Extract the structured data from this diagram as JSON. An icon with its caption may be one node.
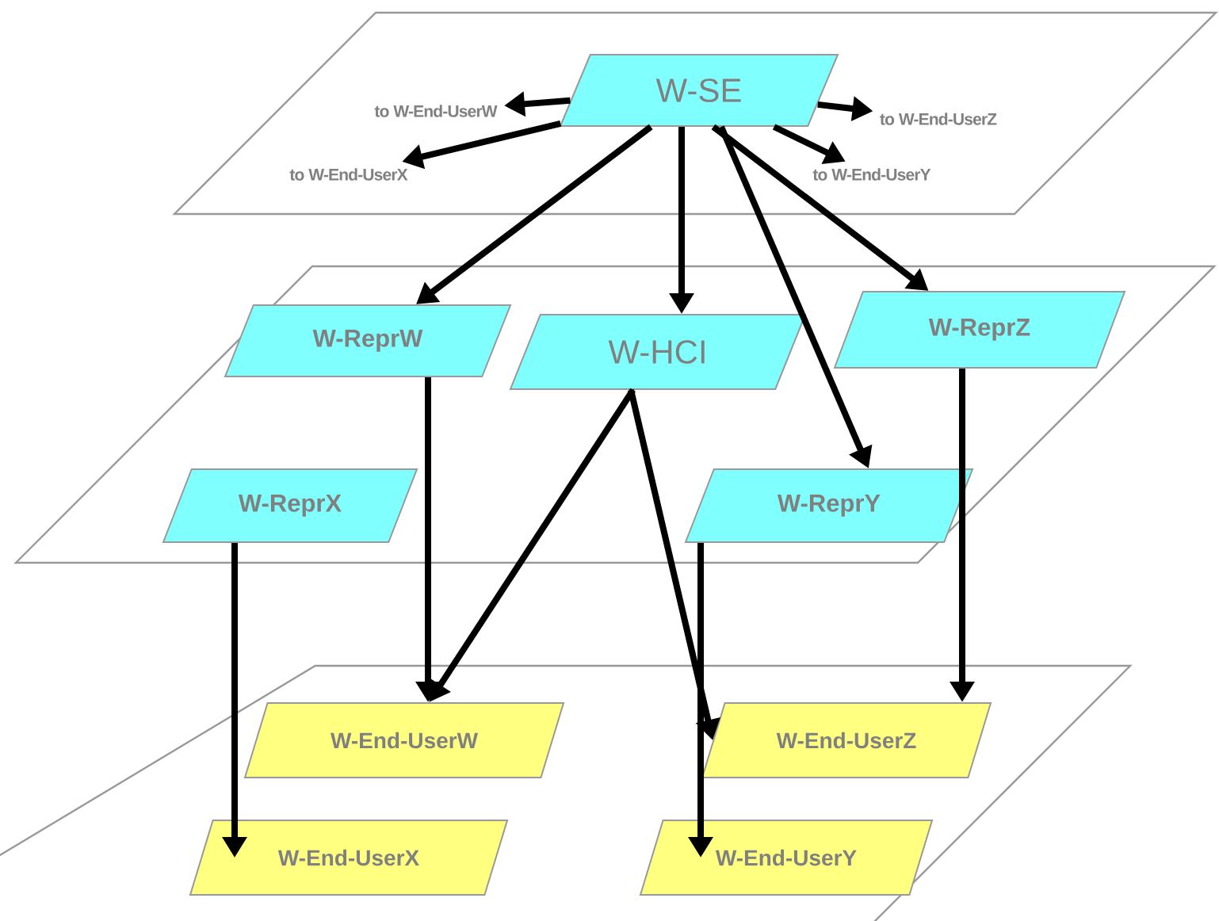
{
  "diagram": {
    "nodes": [
      {
        "text": [],
        "shape": "parallelogram"
      },
      {
        "text": [
          "W-SE"
        ],
        "in": 0
      },
      {
        "text": [
          "to W-End-UserW"
        ],
        "in": 0
      },
      {
        "text": [
          "to W-End-UserZ"
        ],
        "in": 0
      },
      {
        "text": [
          "to W-End-UserX"
        ],
        "in": 0
      },
      {
        "text": [
          "to W-End-UserY"
        ],
        "in": 0
      },
      {
        "text": [],
        "shape": "parallelogram"
      },
      {
        "text": [
          "W-ReprW"
        ],
        "in": 6
      },
      {
        "text": [
          "W-HCI"
        ],
        "in": 6
      },
      {
        "text": [
          "W-ReprZ"
        ],
        "in": 6
      },
      {
        "text": [
          "W-ReprX"
        ],
        "in": 6
      },
      {
        "text": [
          "W-ReprY"
        ],
        "in": 6
      },
      {
        "text": [],
        "shape": "parallelogram"
      },
      {
        "text": [
          "W-End-UserW"
        ],
        "in": 12
      },
      {
        "text": [
          "W-End-UserZ"
        ],
        "in": 12
      },
      {
        "text": [
          "W-End-UserX"
        ],
        "in": 12
      },
      {
        "text": [
          "W-End-UserY"
        ],
        "in": 12
      }
    ],
    "edges": [
      {
        "from": 1,
        "to": 2,
        "arrow": "to"
      },
      {
        "from": 1,
        "to": 4,
        "arrow": "to"
      },
      {
        "from": 1,
        "to": 3,
        "arrow": "to"
      },
      {
        "from": 1,
        "to": 5,
        "arrow": "to"
      },
      {
        "from": 1,
        "to": 7,
        "arrow": "to"
      },
      {
        "from": 1,
        "to": 8,
        "arrow": "to"
      },
      {
        "from": 1,
        "to": 9,
        "arrow": "to"
      },
      {
        "from": 1,
        "to": 11,
        "arrow": "to"
      },
      {
        "from": 7,
        "to": 13,
        "arrow": "to"
      },
      {
        "from": 8,
        "to": 13,
        "arrow": "to"
      },
      {
        "from": 8,
        "to": 14,
        "arrow": "to"
      },
      {
        "from": 9,
        "to": 14,
        "arrow": "to"
      },
      {
        "from": 10,
        "to": 15,
        "arrow": "to"
      },
      {
        "from": 11,
        "to": 16,
        "arrow": "to"
      }
    ]
  }
}
